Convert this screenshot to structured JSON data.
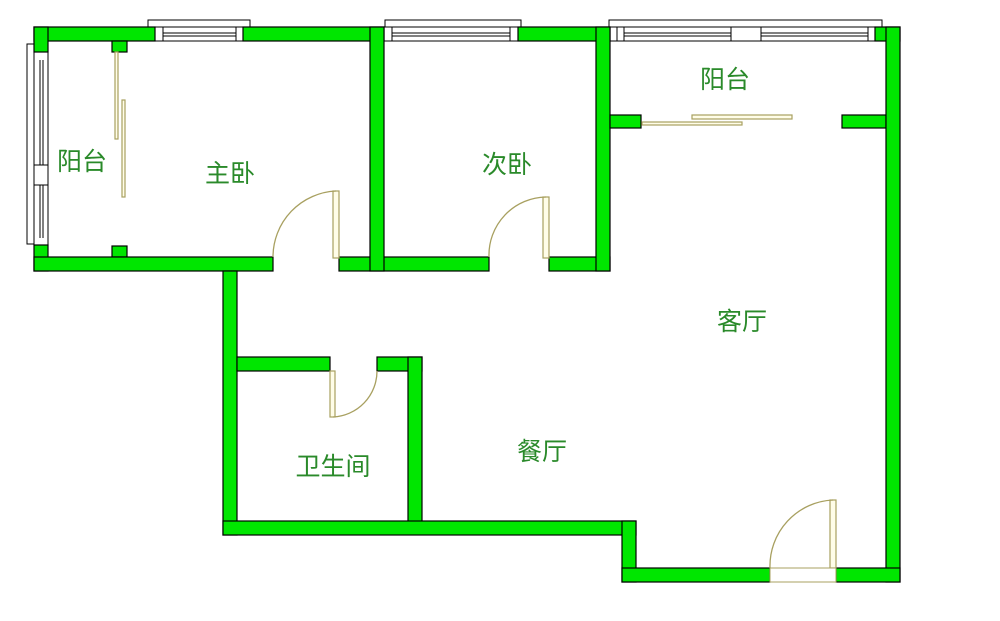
{
  "colors": {
    "wall": "#00e600",
    "label": "#2a8a2a",
    "door": "#a8a060"
  },
  "rooms": {
    "balcony_west": "阳台",
    "master_bedroom": "主卧",
    "second_bedroom": "次卧",
    "balcony_north": "阳台",
    "living_room": "客厅",
    "bathroom": "卫生间",
    "dining_room": "餐厅"
  }
}
